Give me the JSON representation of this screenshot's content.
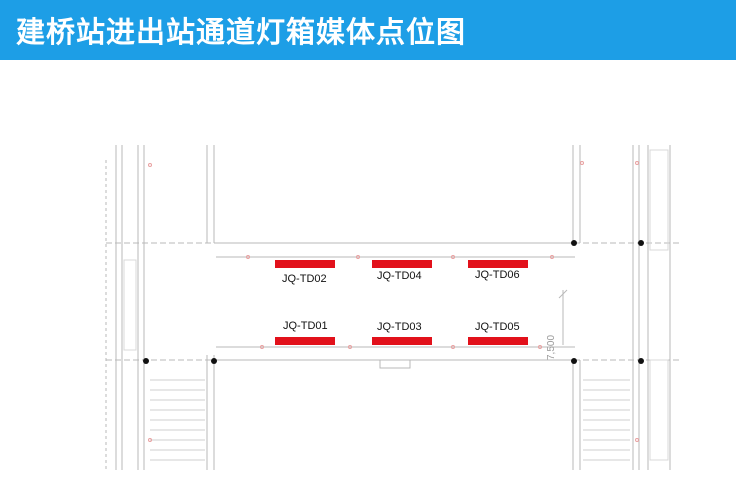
{
  "header": {
    "title": "建桥站进出站通道灯箱媒体点位图",
    "background": "#1d9ee6"
  },
  "plan": {
    "dimension_text": "7,500",
    "lightbox_color": "#e2111b",
    "lightboxes": [
      {
        "id": "JQ-TD02",
        "row": "top"
      },
      {
        "id": "JQ-TD04",
        "row": "top"
      },
      {
        "id": "JQ-TD06",
        "row": "top"
      },
      {
        "id": "JQ-TD01",
        "row": "bottom"
      },
      {
        "id": "JQ-TD03",
        "row": "bottom"
      },
      {
        "id": "JQ-TD05",
        "row": "bottom"
      }
    ]
  }
}
